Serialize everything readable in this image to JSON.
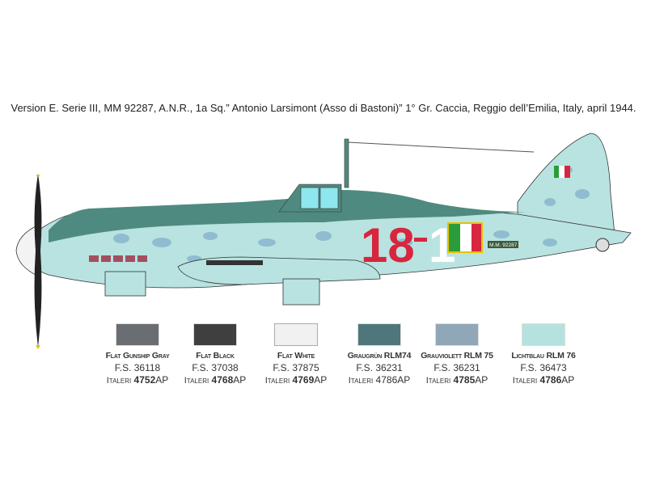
{
  "caption": "Version E. Serie III, MM 92287, A.N.R., 1a Sq.” Antonio Larsimont (Asso di Bastoni)” 1° Gr. Caccia, Reggio dell’Emilia, Italy, april 1944.",
  "aircraft": {
    "code_number": "18",
    "code_suffix": "1",
    "serial": "M.M. 92287",
    "colors": {
      "upper": "#4f8a80",
      "lower": "#b8e3e0",
      "mottle": "#8fbcd0",
      "code": "#d7263d"
    }
  },
  "swatches": [
    {
      "name": "Flat Gunship Gray",
      "fs": "F.S. 36118",
      "brand": "Italeri",
      "code": "4752",
      "suffix": "AP",
      "color": "#6a6d72"
    },
    {
      "name": "Flat Black",
      "fs": "F.S. 37038",
      "brand": "Italeri",
      "code": "4768",
      "suffix": "AP",
      "color": "#3f3f3f"
    },
    {
      "name": "Flat White",
      "fs": "F.S. 37875",
      "brand": "Italeri",
      "code": "4769",
      "suffix": "AP",
      "color": "#f1f1f1"
    },
    {
      "name": "Graugrün RLM74",
      "fs": "F.S. 36231",
      "brand": "Italeri",
      "code": "4786",
      "suffix": "AP",
      "color": "#4f777b"
    },
    {
      "name": "Grauviolett RLM 75",
      "fs": "F.S. 36231",
      "brand": "Italeri",
      "code": "4785",
      "suffix": "AP",
      "color": "#8fa7b7"
    },
    {
      "name": "Lichtblau RLM 76",
      "fs": "F.S. 36473",
      "brand": "Italeri",
      "code": "4786",
      "suffix": "AP",
      "color": "#b5e2df"
    }
  ]
}
